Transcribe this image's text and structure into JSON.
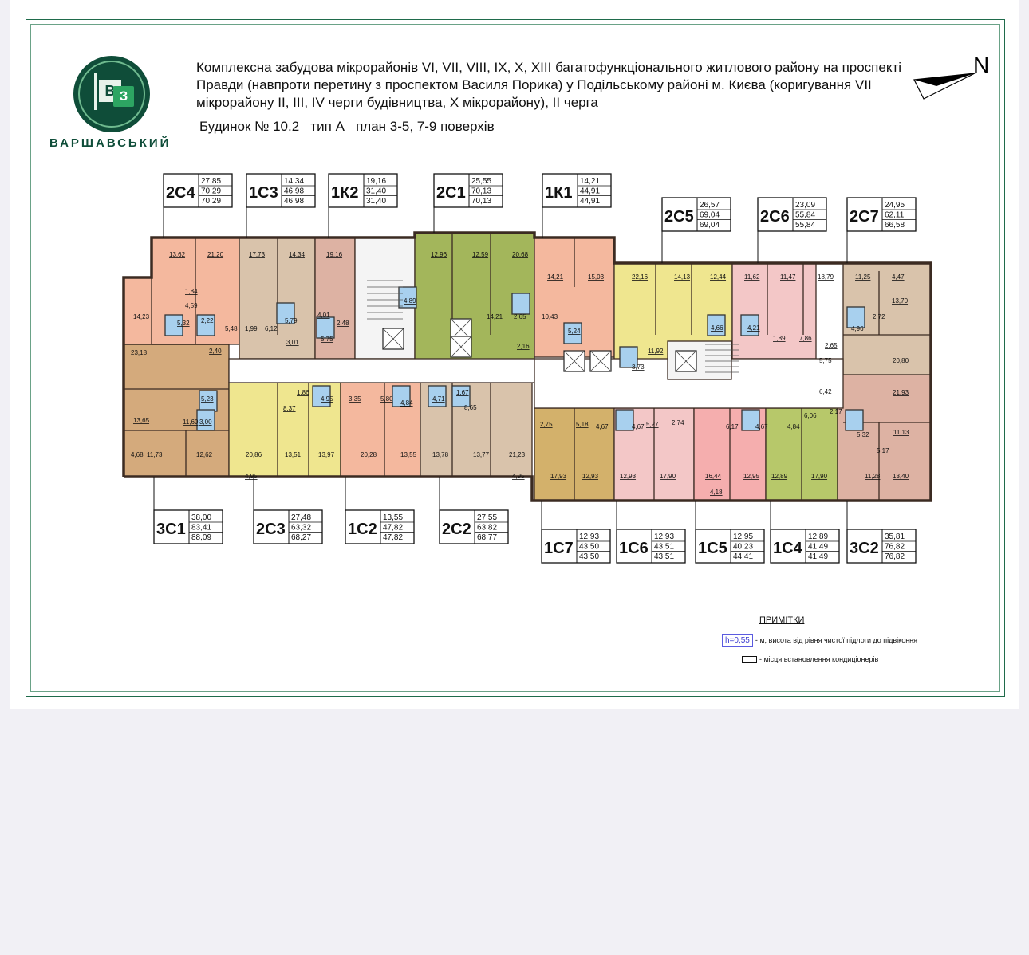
{
  "brand": {
    "name": "ВАРШАВСЬКИЙ",
    "logo_letters": [
      "В",
      "З"
    ]
  },
  "title": "Комплексна забудова мікрорайонів VI, VII, VIII, IX, X, XIII багатофункціонального житлового району на проспекті Правди (навпроти перетину з проспектом Василя Порика) у Подільському районі м. Києва (коригування VII мікрорайону ІІ, ІІІ, IV черги будівництва, Х мікрорайону), ІІ черга",
  "subtitle": "Будинок № 10.2   тип А   план 3-5, 7-9 поверхів",
  "north_label": "N",
  "colors": {
    "peach": "#f4b89e",
    "taupe": "#d9c3ab",
    "rose": "#ddb2a3",
    "olive": "#a3b65b",
    "yellow": "#efe68f",
    "pink": "#f3c7c7",
    "pinkdeep": "#f5aeae",
    "ochre": "#d3b16b",
    "green": "#b7c86a",
    "tan": "#d4aa7c",
    "bath": "#a8d0ee",
    "wall": "#3b2b22",
    "frame": "#1f6b4b"
  },
  "apartments_top": [
    {
      "code": "2С4",
      "areas": [
        "27,85",
        "70,29",
        "70,29"
      ]
    },
    {
      "code": "1С3",
      "areas": [
        "14,34",
        "46,98",
        "46,98"
      ]
    },
    {
      "code": "1К2",
      "areas": [
        "19,16",
        "31,40",
        "31,40"
      ]
    },
    {
      "code": "2С1",
      "areas": [
        "25,55",
        "70,13",
        "70,13"
      ]
    },
    {
      "code": "1К1",
      "areas": [
        "14,21",
        "44,91",
        "44,91"
      ]
    },
    {
      "code": "2С5",
      "areas": [
        "26,57",
        "69,04",
        "69,04"
      ]
    },
    {
      "code": "2С6",
      "areas": [
        "23,09",
        "55,84",
        "55,84"
      ]
    },
    {
      "code": "2С7",
      "areas": [
        "24,95",
        "62,11",
        "66,58"
      ]
    }
  ],
  "apartments_bottom": [
    {
      "code": "3С1",
      "areas": [
        "38,00",
        "83,41",
        "88,09"
      ]
    },
    {
      "code": "2С3",
      "areas": [
        "27,48",
        "63,32",
        "68,27"
      ]
    },
    {
      "code": "1С2",
      "areas": [
        "13,55",
        "47,82",
        "47,82"
      ]
    },
    {
      "code": "2С2",
      "areas": [
        "27,55",
        "63,82",
        "68,77"
      ]
    },
    {
      "code": "1С7",
      "areas": [
        "12,93",
        "43,50",
        "43,50"
      ]
    },
    {
      "code": "1С6",
      "areas": [
        "12,93",
        "43,51",
        "43,51"
      ]
    },
    {
      "code": "1С5",
      "areas": [
        "12,95",
        "40,23",
        "44,41"
      ]
    },
    {
      "code": "1С4",
      "areas": [
        "12,89",
        "41,49",
        "41,49"
      ]
    },
    {
      "code": "3С2",
      "areas": [
        "35,81",
        "76,82",
        "76,82"
      ]
    }
  ],
  "room_labels": [
    "13,62",
    "21,20",
    "14,23",
    "1,84",
    "4,59",
    "5,32",
    "2,22",
    "5,48",
    "1,99",
    "23,18",
    "2,40",
    "13,65",
    "5,23",
    "11,60",
    "3,00",
    "4,68",
    "11,73",
    "12,62",
    "17,73",
    "14,34",
    "19,16",
    "6,12",
    "5,79",
    "4,01",
    "2,48",
    "3,01",
    "5,75",
    "20,86",
    "4,95",
    "8,37",
    "1,86",
    "4,95",
    "13,51",
    "13,97",
    "3,35",
    "5,80",
    "4,84",
    "20,28",
    "13,55",
    "4,71",
    "1,67",
    "8,65",
    "13,78",
    "13,77",
    "21,23",
    "4,95",
    "12,96",
    "12,59",
    "20,68",
    "4,89",
    "14,21",
    "2,65",
    "2,16",
    "14,21",
    "15,03",
    "10,43",
    "5,24",
    "22,16",
    "14,13",
    "12,44",
    "11,92",
    "3,73",
    "4,66",
    "11,62",
    "11,47",
    "18,79",
    "4,21",
    "1,89",
    "7,86",
    "11,25",
    "4,47",
    "13,70",
    "4,96",
    "2,72",
    "2,65",
    "5,75",
    "20,80",
    "6,42",
    "21,93",
    "2,17",
    "5,32",
    "11,13",
    "5,17",
    "11,28",
    "13,40",
    "2,75",
    "5,18",
    "4,67",
    "4,67",
    "5,27",
    "2,74",
    "6,17",
    "4,67",
    "4,84",
    "6,06",
    "17,93",
    "12,93",
    "12,93",
    "17,90",
    "16,44",
    "12,95",
    "4,18",
    "12,89",
    "17,90"
  ],
  "notes": {
    "title": "ПРИМІТКИ",
    "height_tag": "h=0,55",
    "height_text": "- м, висота від рівня чистої підлоги до підвіконня",
    "ac_text": "- місця встановлення кондиціонерів"
  }
}
